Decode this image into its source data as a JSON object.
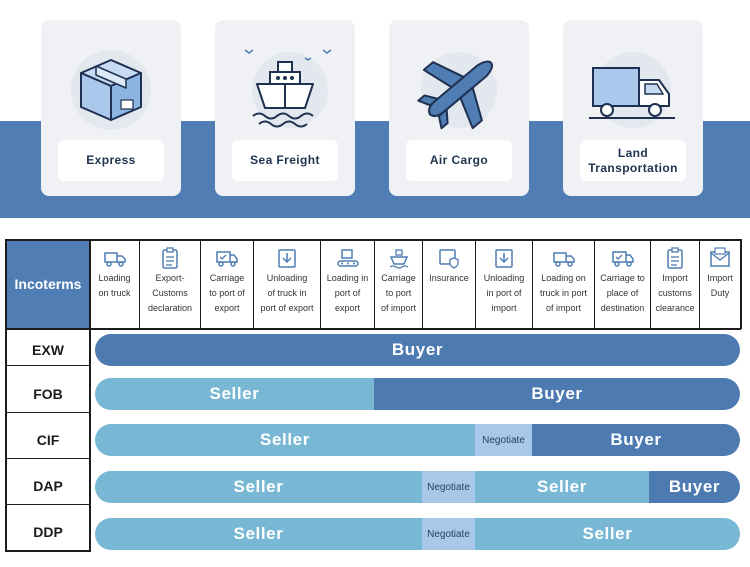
{
  "services": [
    {
      "label": "Express",
      "icon": "box-icon"
    },
    {
      "label": "Sea Freight",
      "icon": "ship-icon"
    },
    {
      "label": "Air Cargo",
      "icon": "airplane-icon"
    },
    {
      "label": "Land Transportation",
      "icon": "truck-icon"
    }
  ],
  "table": {
    "header_label": "Incoterms",
    "columns": [
      {
        "label": "Loading\non truck",
        "icon": "truck-loading-icon"
      },
      {
        "label": "Export-\nCustoms\ndeclaration",
        "icon": "clipboard-icon"
      },
      {
        "label": "Carriage\nto port of\nexport",
        "icon": "delivery-truck-icon"
      },
      {
        "label": "Unloading\nof truck in\nport of export",
        "icon": "package-down-icon"
      },
      {
        "label": "Loading in\nport of\nexport",
        "icon": "conveyor-icon"
      },
      {
        "label": "Carriage\nto port\nof import",
        "icon": "ship-icon"
      },
      {
        "label": "Insurance",
        "icon": "insured-box-icon"
      },
      {
        "label": "Unloading\nin port of\nimport",
        "icon": "package-down-icon"
      },
      {
        "label": "Loading on\ntruck in port\nof import",
        "icon": "truck-loading-icon"
      },
      {
        "label": "Carriage to\nplace of\ndestination",
        "icon": "delivery-truck-icon"
      },
      {
        "label": "Import\ncustoms\nclearance",
        "icon": "clipboard-icon"
      },
      {
        "label": "Import\nDuty",
        "icon": "tax-envelope-icon"
      }
    ],
    "rows": [
      {
        "term": "EXW",
        "segments": [
          {
            "label": "Buyer",
            "role": "buyer"
          }
        ]
      },
      {
        "term": "FOB",
        "segments": [
          {
            "label": "Seller",
            "role": "seller"
          },
          {
            "label": "Buyer",
            "role": "buyer"
          }
        ]
      },
      {
        "term": "CIF",
        "segments": [
          {
            "label": "Seller",
            "role": "seller"
          },
          {
            "label": "Negotiate",
            "role": "negotiate"
          },
          {
            "label": "Buyer",
            "role": "buyer"
          }
        ]
      },
      {
        "term": "DAP",
        "segments": [
          {
            "label": "Seller",
            "role": "seller"
          },
          {
            "label": "Negotiate",
            "role": "negotiate"
          },
          {
            "label": "Seller",
            "role": "seller"
          },
          {
            "label": "Buyer",
            "role": "buyer"
          }
        ]
      },
      {
        "term": "DDP",
        "segments": [
          {
            "label": "Seller",
            "role": "seller"
          },
          {
            "label": "Negotiate",
            "role": "negotiate"
          },
          {
            "label": "Seller",
            "role": "seller"
          }
        ]
      }
    ]
  },
  "colors": {
    "band": "#4f7db4",
    "buyer": "#4c7ab1",
    "seller": "#78b8d4",
    "negotiate": "#a8c8ea"
  }
}
